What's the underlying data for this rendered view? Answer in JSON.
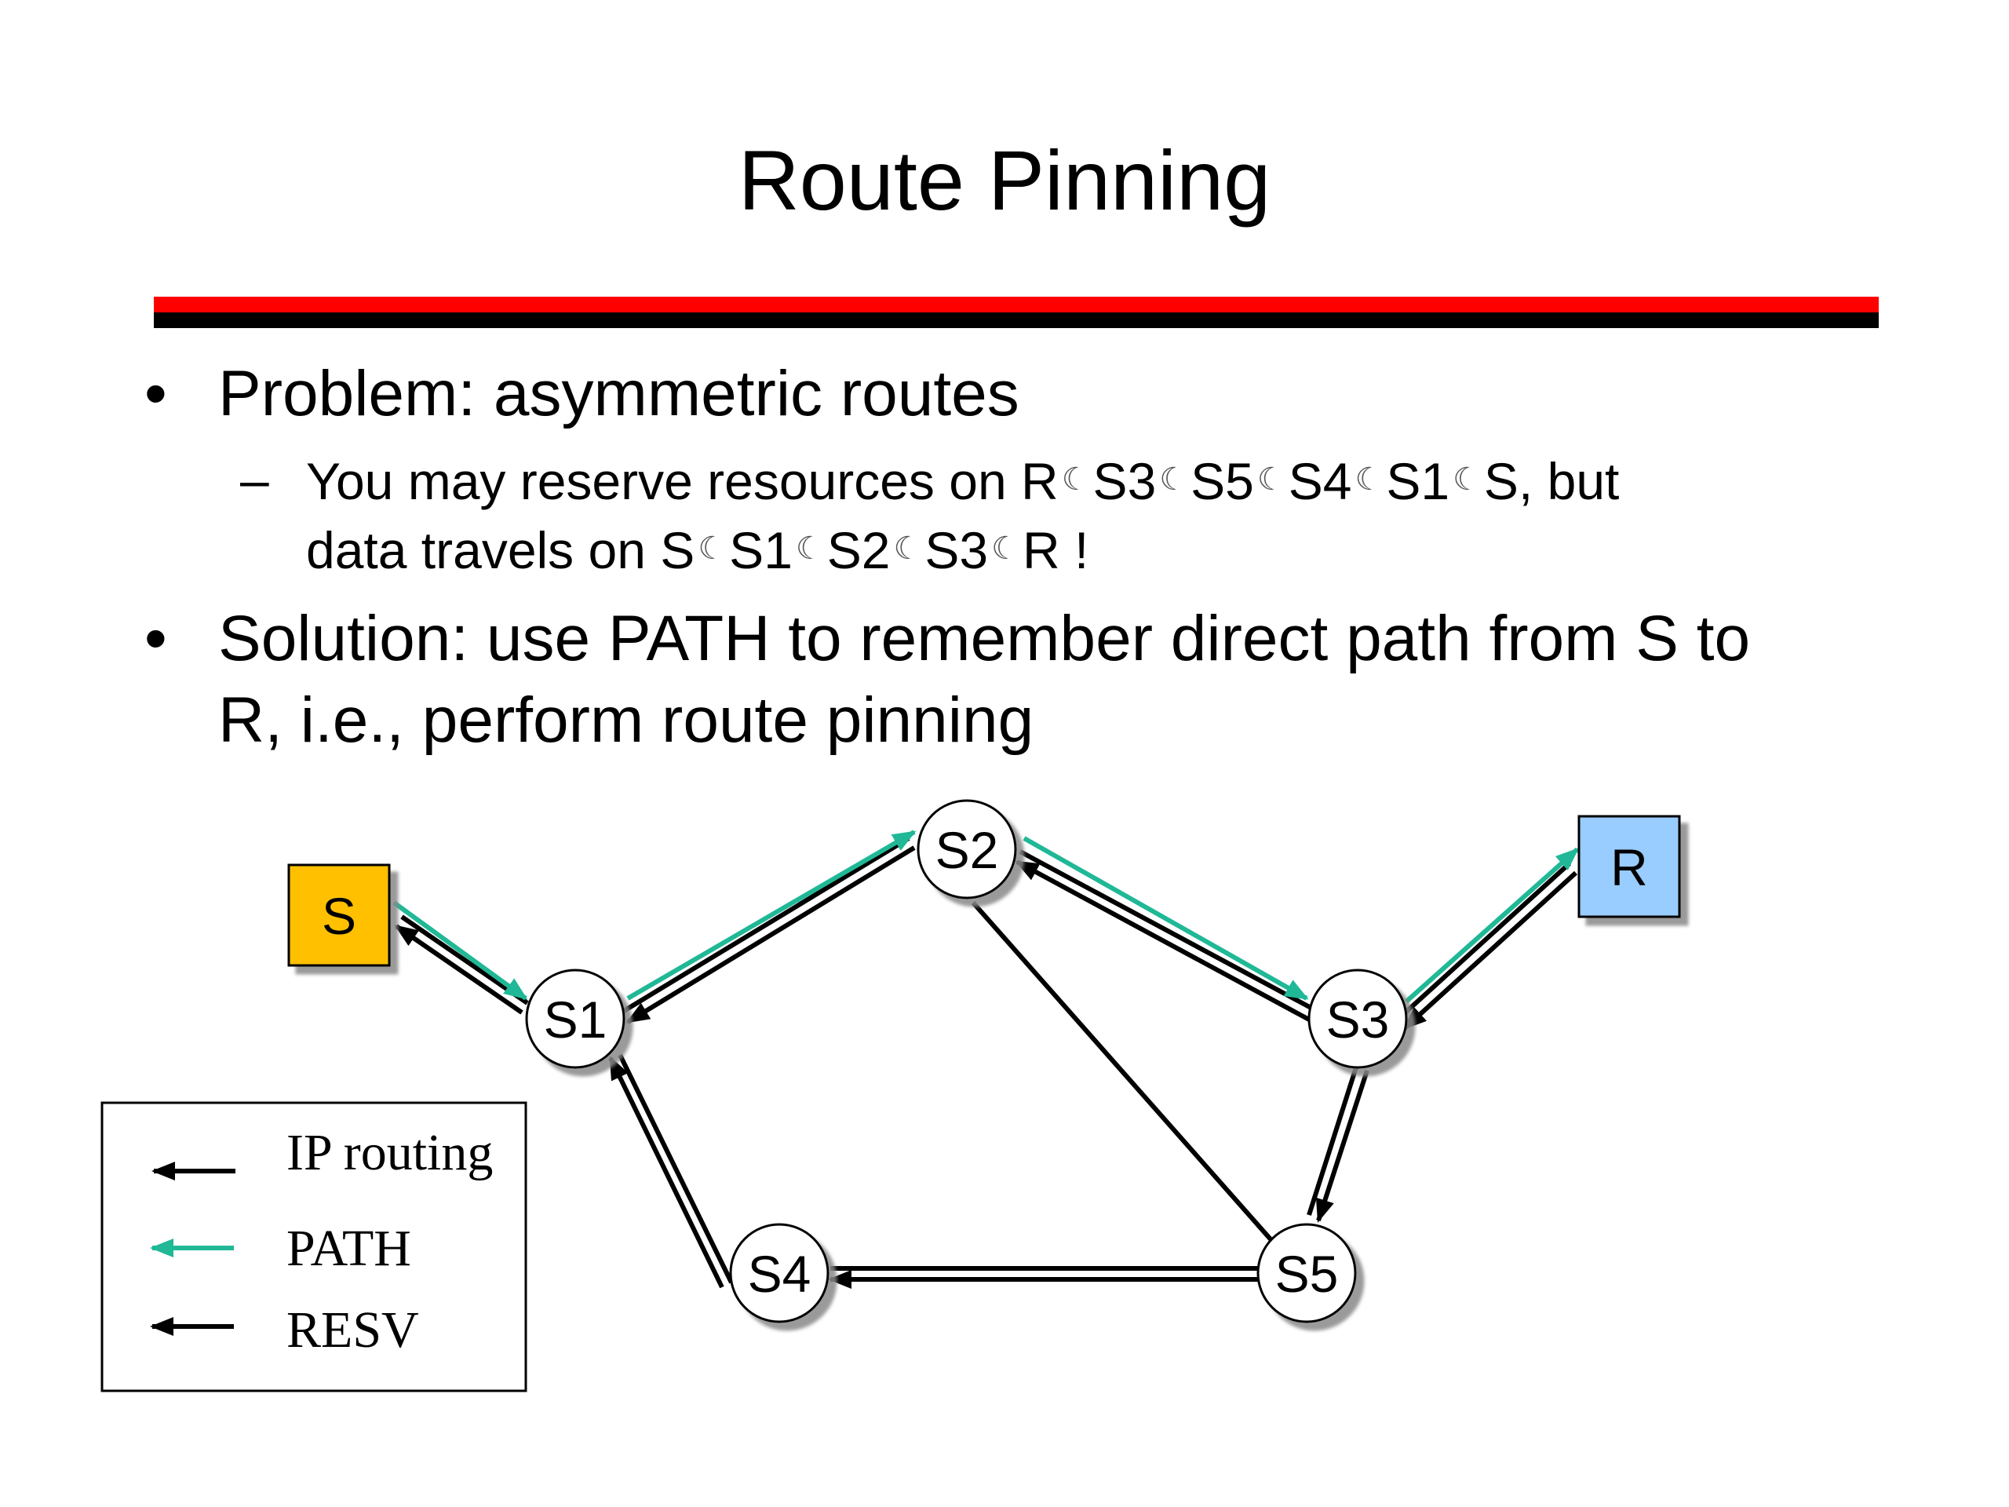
{
  "title": "Route Pinning",
  "bullets": [
    {
      "text": "Problem: asymmetric routes",
      "sub": {
        "line1_prefix": "You may reserve resources on ",
        "line1_nodes": [
          "R",
          "S3",
          "S5",
          "S4",
          "S1",
          "S"
        ],
        "line1_suffix": ", but",
        "line2_prefix": "data travels on ",
        "line2_nodes": [
          "S",
          "S1",
          "S2",
          "S3",
          "R"
        ],
        "line2_suffix": " !",
        "arrow_glyph": "☾"
      }
    },
    {
      "line1": "Solution: use PATH to remember direct path from S to",
      "line2": "R, i.e., perform route pinning"
    }
  ],
  "bullet_glyph": "•",
  "dash_glyph": "–",
  "diagram": {
    "nodes": {
      "S": "S",
      "R": "R",
      "S1": "S1",
      "S2": "S2",
      "S3": "S3",
      "S4": "S4",
      "S5": "S5"
    },
    "legend": [
      {
        "label": "IP routing",
        "color": "#000000"
      },
      {
        "label": "PATH",
        "color": "#20b896"
      },
      {
        "label": "RESV",
        "color": "#000000"
      }
    ],
    "colors": {
      "source_fill": "#ffc000",
      "receiver_fill": "#99ccff",
      "path_color": "#20b896",
      "rule_red": "#ff0000"
    }
  }
}
